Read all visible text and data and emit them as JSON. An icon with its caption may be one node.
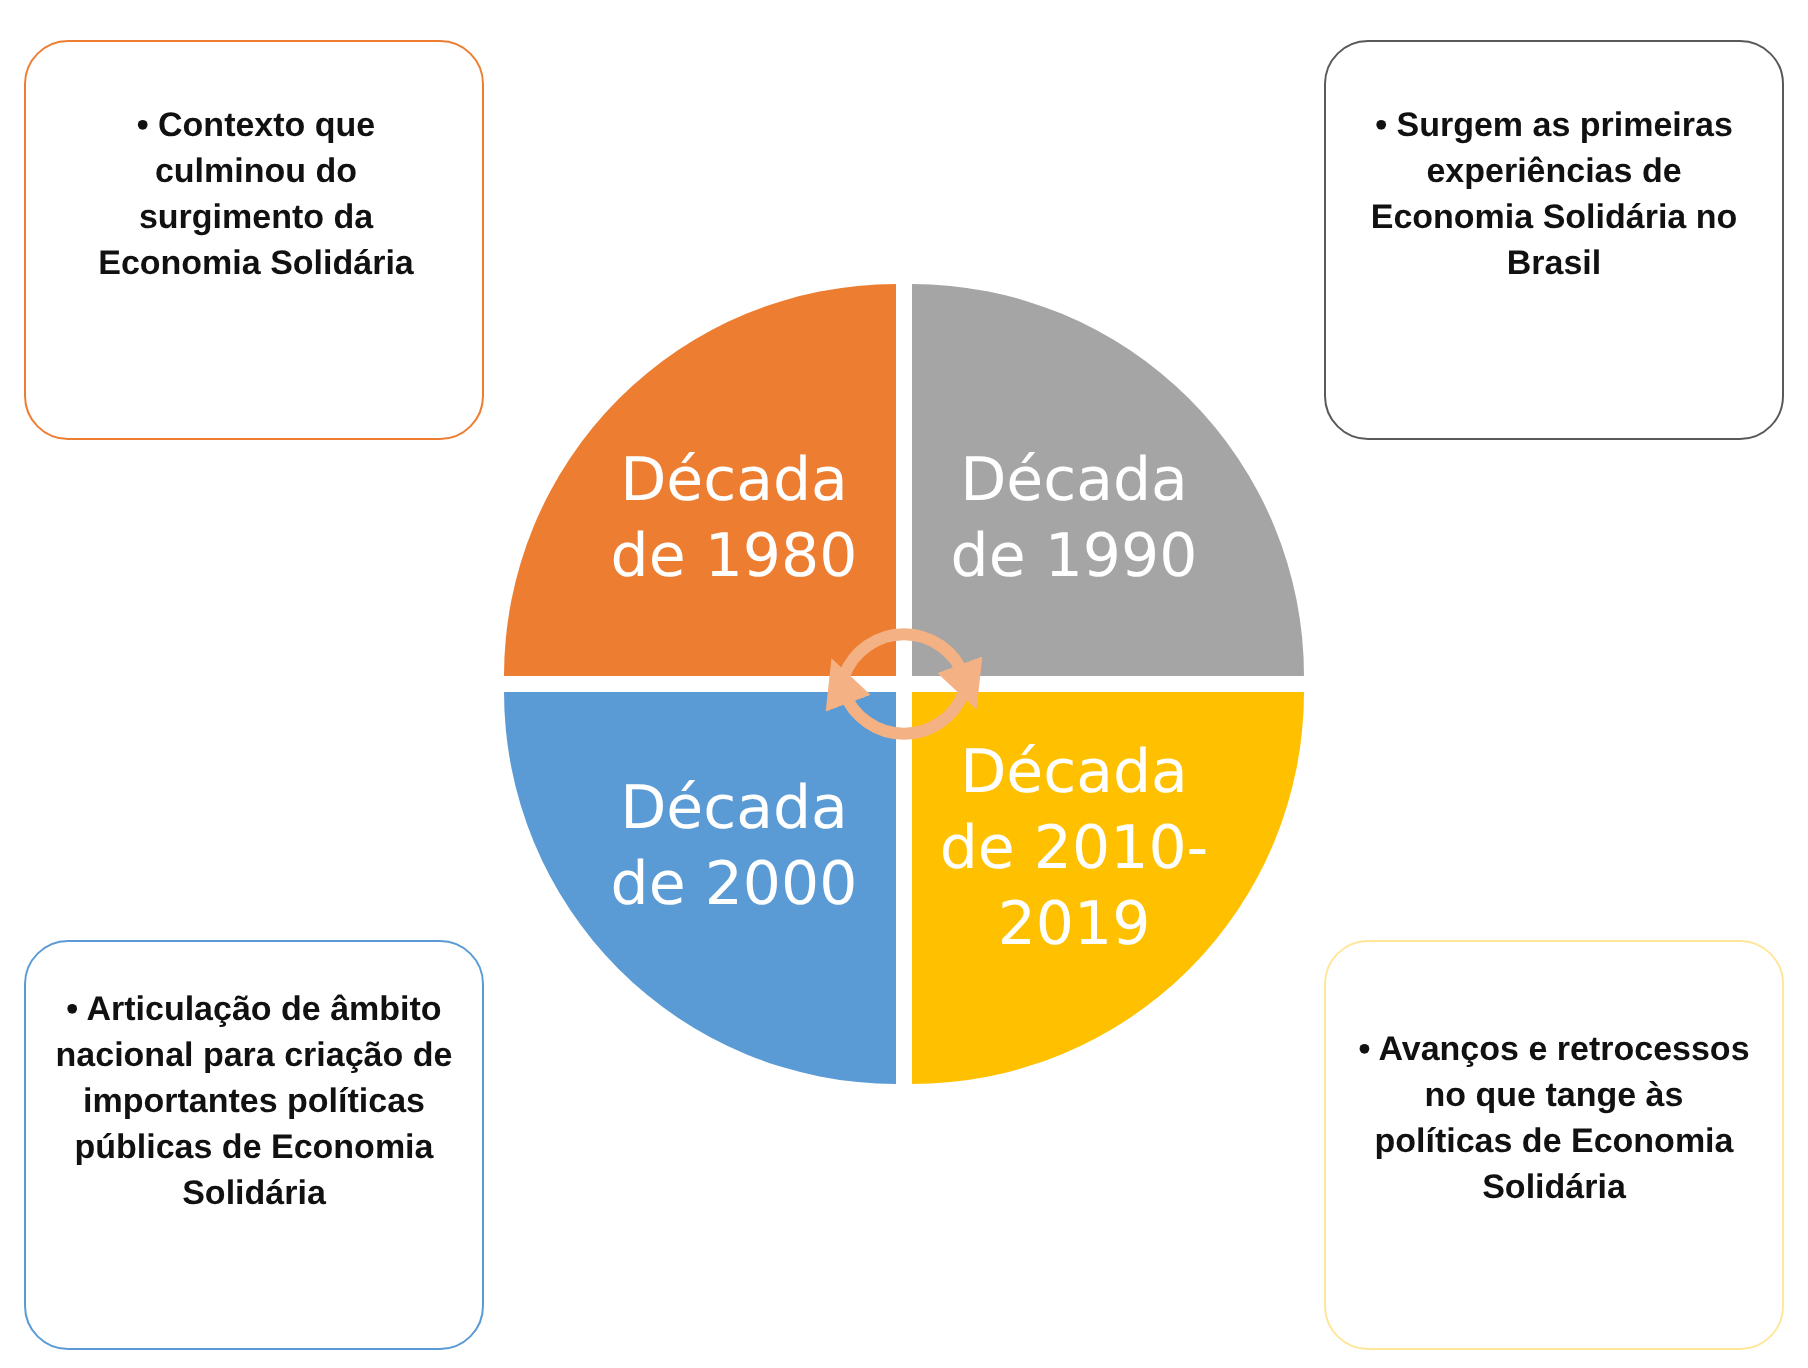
{
  "diagram": {
    "nodes": [
      {
        "text": [
          "Década de 1980"
        ]
      },
      {
        "text": [
          "Década de 1990"
        ]
      },
      {
        "text": [
          "Década de 2000"
        ]
      },
      {
        "text": [
          "Década de 2010-2019"
        ]
      },
      {
        "text": [
          "• Contexto que culminou do surgimento da Economia Solidária"
        ]
      },
      {
        "text": [
          "• Surgem as primeiras experiências de Economia Solidária no Brasil"
        ]
      },
      {
        "text": [
          "• Articulação de âmbito nacional para criação de importantes políticas públicas de Economia Solidária"
        ]
      },
      {
        "text": [
          "• Avanços e retrocessos no que tange às políticas de Economia Solidária"
        ]
      }
    ],
    "edges": [
      {
        "from": 0,
        "to": 1,
        "arrow": "to"
      },
      {
        "from": 3,
        "to": 2,
        "arrow": "to"
      }
    ]
  }
}
